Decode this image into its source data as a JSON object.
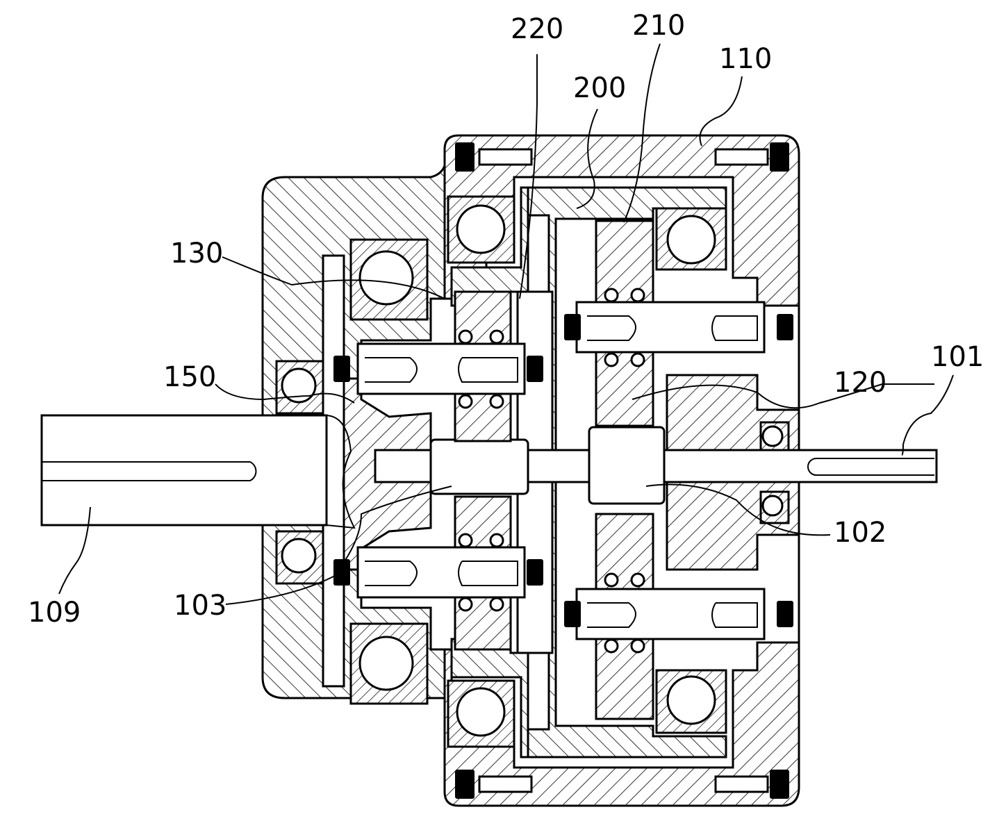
{
  "figure": {
    "labels": {
      "l101": "101",
      "l102": "102",
      "l103": "103",
      "l109": "109",
      "l110": "110",
      "l120": "120",
      "l130": "130",
      "l150": "150",
      "l200": "200",
      "l210": "210",
      "l220": "220"
    }
  }
}
